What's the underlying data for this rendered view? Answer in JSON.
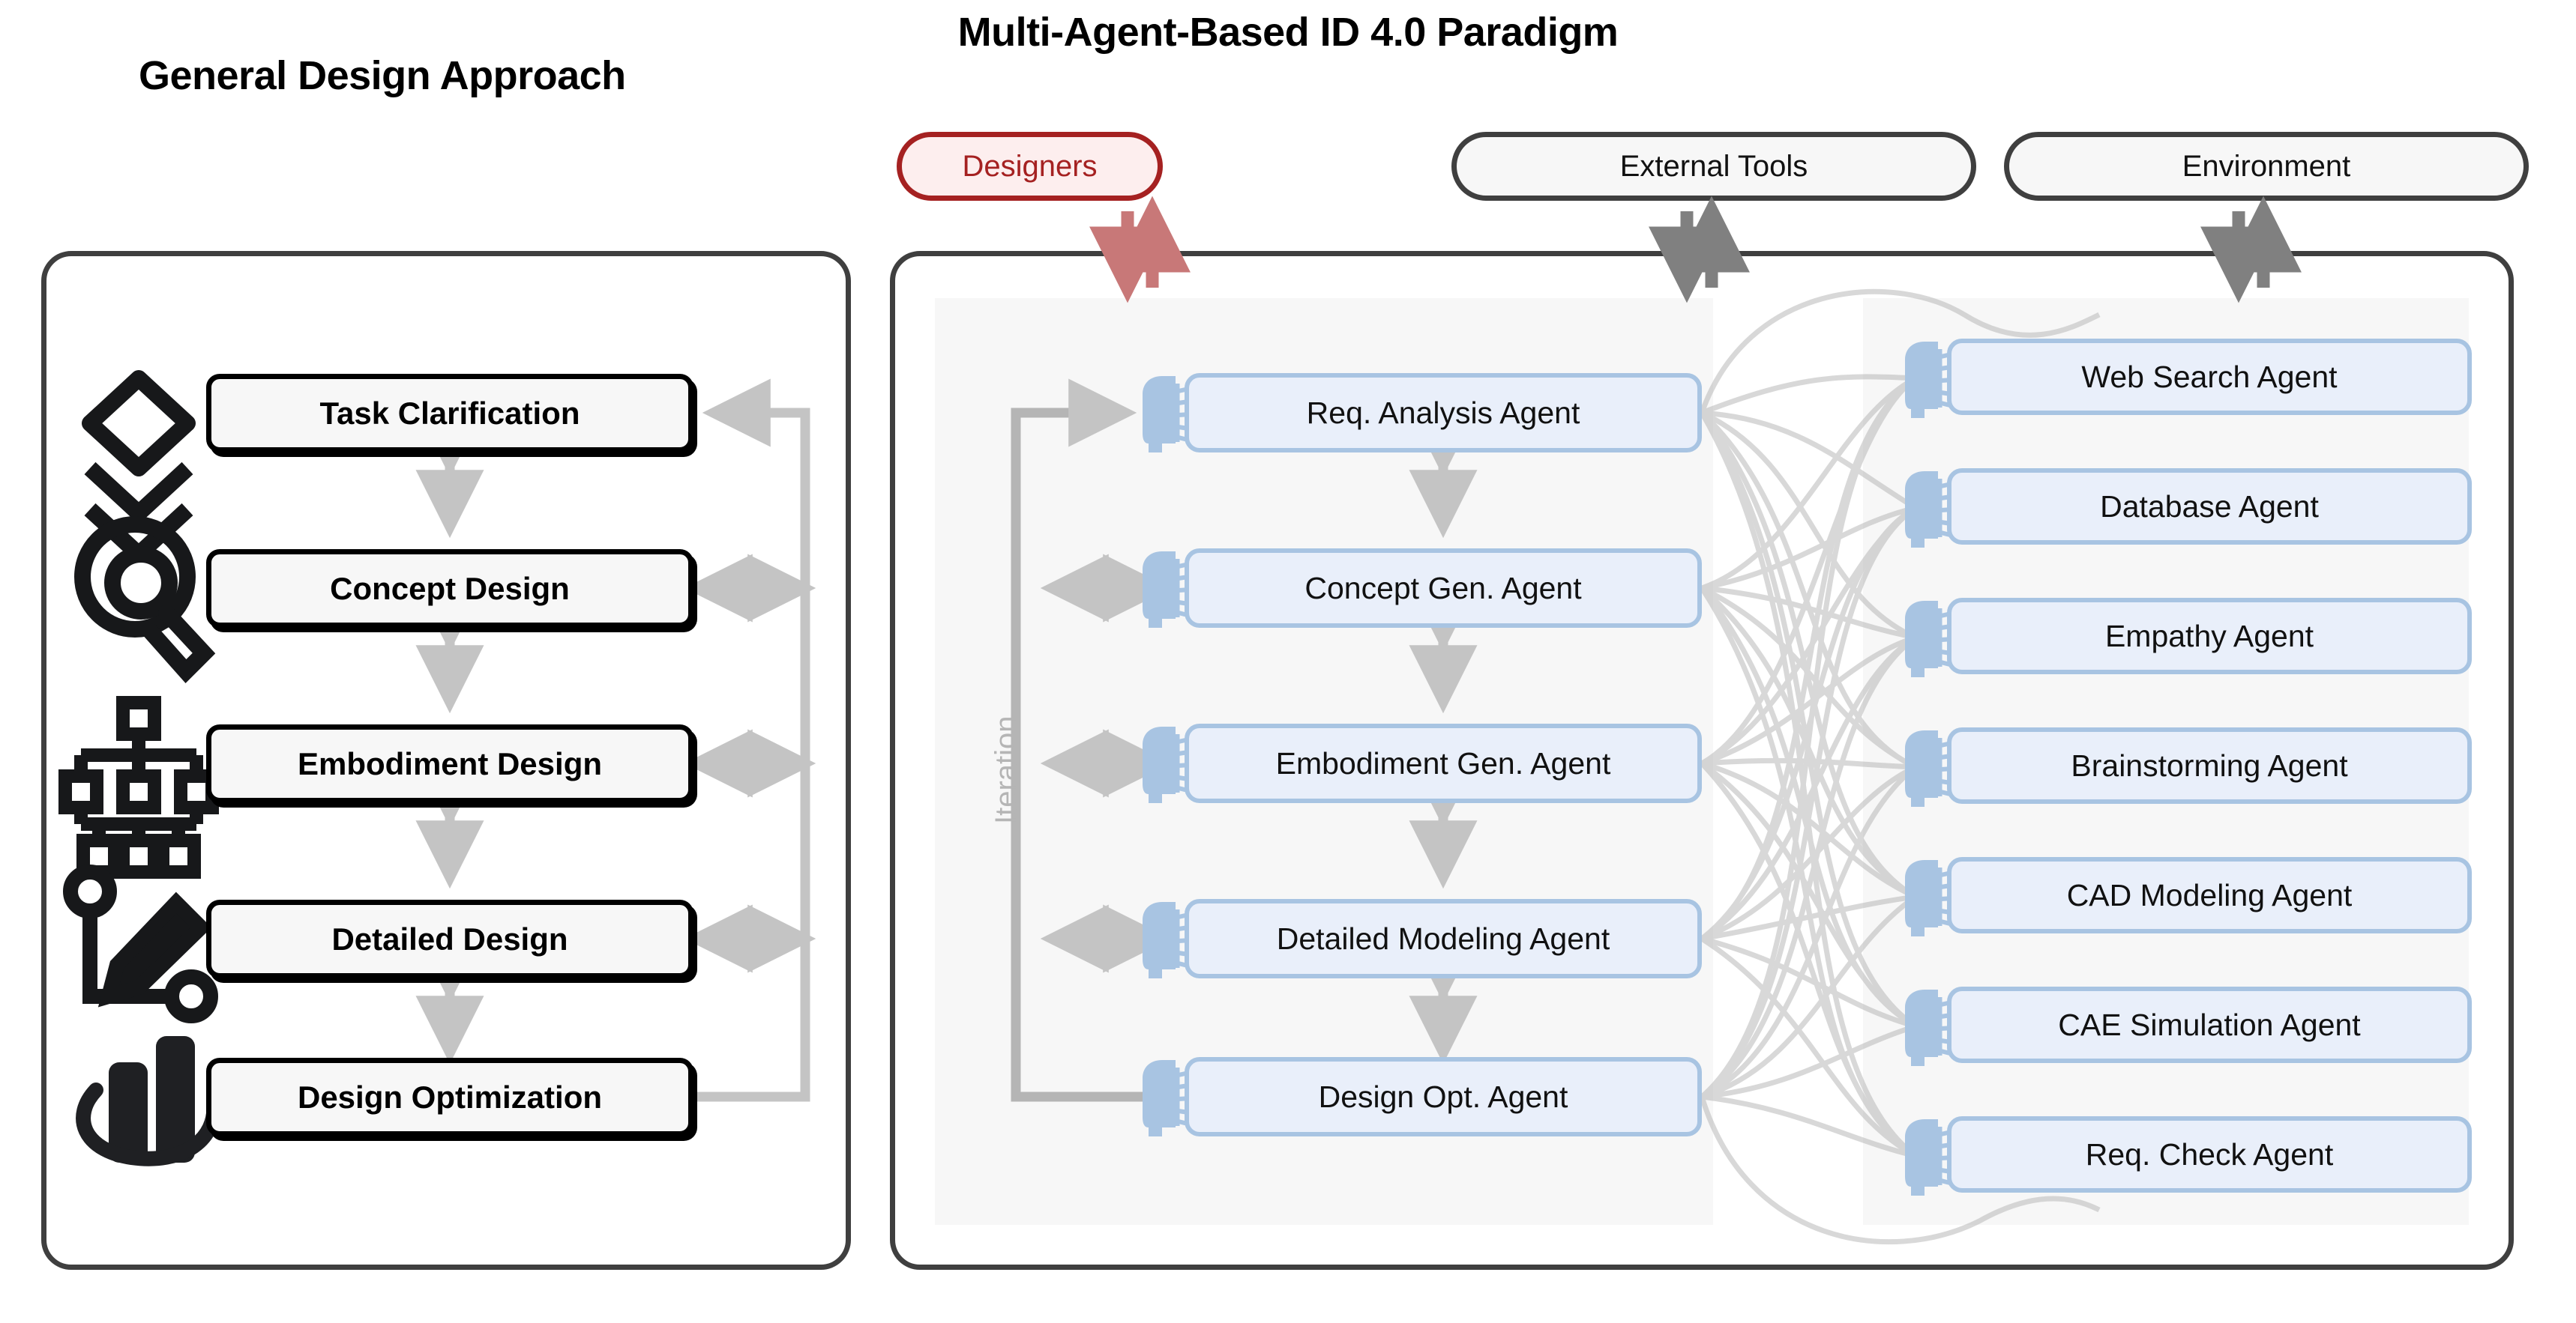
{
  "titles": {
    "left": "General Design Approach",
    "right": "Multi-Agent-Based ID 4.0 Paradigm"
  },
  "top_pills": [
    {
      "label": "Designers",
      "style": "red",
      "icon": "designers-pill"
    },
    {
      "label": "External Tools",
      "style": "dark",
      "icon": "external-tools-pill"
    },
    {
      "label": "Environment",
      "style": "dark",
      "icon": "environment-pill"
    }
  ],
  "left_panel": {
    "iteration_note": "",
    "steps": [
      {
        "label": "Task Clarification",
        "icon": "layers-stack-icon"
      },
      {
        "label": "Concept Design",
        "icon": "magnifier-pencil-icon"
      },
      {
        "label": "Embodiment Design",
        "icon": "hierarchy-tree-icon"
      },
      {
        "label": "Detailed Design",
        "icon": "pen-node-path-icon"
      },
      {
        "label": "Design Optimization",
        "icon": "bar-orbit-icon"
      }
    ]
  },
  "right_panel": {
    "iteration_label": "Iteration",
    "core_agents": [
      {
        "label": "Req. Analysis Agent",
        "icon": "agent-head-icon"
      },
      {
        "label": "Concept Gen. Agent",
        "icon": "agent-head-icon"
      },
      {
        "label": "Embodiment Gen. Agent",
        "icon": "agent-head-icon"
      },
      {
        "label": "Detailed Modeling Agent",
        "icon": "agent-head-icon"
      },
      {
        "label": "Design Opt. Agent",
        "icon": "agent-head-icon"
      }
    ],
    "tool_agents": [
      {
        "label": "Web Search Agent",
        "icon": "agent-head-icon"
      },
      {
        "label": "Database Agent",
        "icon": "agent-head-icon"
      },
      {
        "label": "Empathy Agent",
        "icon": "agent-head-icon"
      },
      {
        "label": "Brainstorming Agent",
        "icon": "agent-head-icon"
      },
      {
        "label": "CAD Modeling Agent",
        "icon": "agent-head-icon"
      },
      {
        "label": "CAE Simulation Agent",
        "icon": "agent-head-icon"
      },
      {
        "label": "Req. Check Agent",
        "icon": "agent-head-icon"
      }
    ]
  },
  "colors": {
    "designer_red": "#a52121",
    "designer_fill": "#fdeeee",
    "designer_arrow": "#c87878",
    "panel_stroke": "#3f3f3f",
    "agent_border": "#a8c4e2",
    "agent_fill": "#e9effa",
    "agent_icon": "#a8c4e2",
    "arrow_gray": "#c4c4c4",
    "dark_arrow": "#808080",
    "band_fill": "#f7f7f7"
  }
}
